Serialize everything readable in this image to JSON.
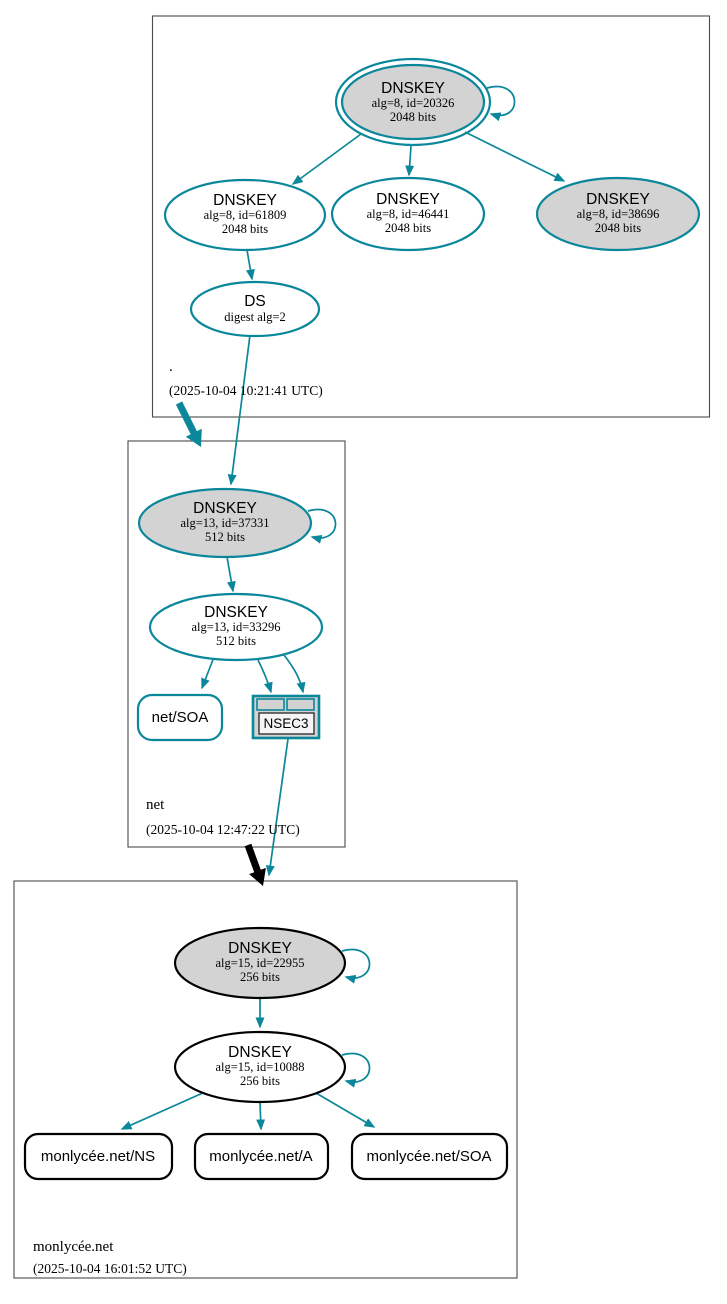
{
  "diagram": "DNSSEC authentication chain",
  "colors": {
    "secure_teal": "#0a879a",
    "insecure_black": "#000000",
    "node_gray_fill": "#d3d3d3",
    "node_white_fill": "#ffffff",
    "cluster_border": "#4a4a4a"
  },
  "zones": [
    {
      "name": ".",
      "timestamp": "(2025-10-04 10:21:41 UTC)",
      "ksk": {
        "title": "DNSKEY",
        "detail1": "alg=8, id=20326",
        "detail2": "2048 bits"
      },
      "keys": [
        {
          "title": "DNSKEY",
          "detail1": "alg=8, id=61809",
          "detail2": "2048 bits"
        },
        {
          "title": "DNSKEY",
          "detail1": "alg=8, id=46441",
          "detail2": "2048 bits"
        },
        {
          "title": "DNSKEY",
          "detail1": "alg=8, id=38696",
          "detail2": "2048 bits"
        }
      ],
      "ds": {
        "title": "DS",
        "detail1": "digest alg=2"
      }
    },
    {
      "name": "net",
      "timestamp": "(2025-10-04 12:47:22 UTC)",
      "ksk": {
        "title": "DNSKEY",
        "detail1": "alg=13, id=37331",
        "detail2": "512 bits"
      },
      "zsk": {
        "title": "DNSKEY",
        "detail1": "alg=13, id=33296",
        "detail2": "512 bits"
      },
      "rrsets": [
        {
          "label": "net/SOA"
        }
      ],
      "nsec3": {
        "label": "NSEC3"
      }
    },
    {
      "name": "monlycée.net",
      "timestamp": "(2025-10-04 16:01:52 UTC)",
      "ksk": {
        "title": "DNSKEY",
        "detail1": "alg=15, id=22955",
        "detail2": "256 bits"
      },
      "zsk": {
        "title": "DNSKEY",
        "detail1": "alg=15, id=10088",
        "detail2": "256 bits"
      },
      "rrsets": [
        {
          "label": "monlycée.net/NS"
        },
        {
          "label": "monlycée.net/A"
        },
        {
          "label": "monlycée.net/SOA"
        }
      ]
    }
  ]
}
